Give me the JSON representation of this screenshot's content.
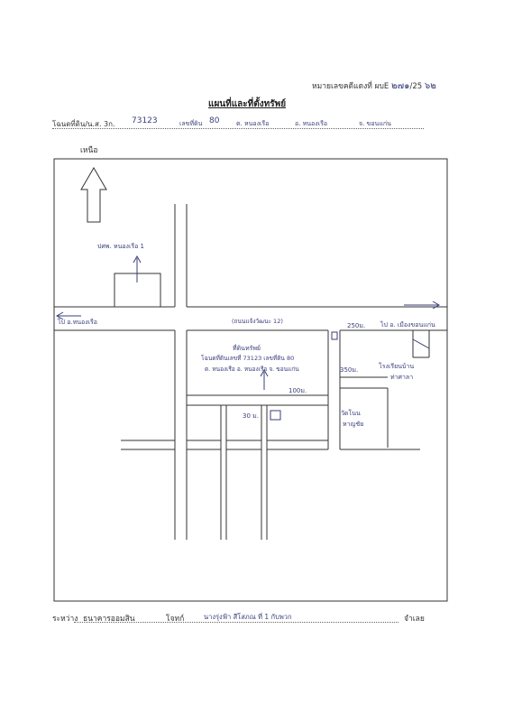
{
  "header": {
    "code_label": "หมายเลขคดีแดงที่ ผบE",
    "code_value": "๒๗๑",
    "year_sep": "/25",
    "year_value": "๖๒"
  },
  "title": "แผนที่และที่ตั้งทรัพย์",
  "deed": {
    "label": "โฉนดที่ดิน/น.ส. 3ก.",
    "number": "73123",
    "parcel_label": "เลขที่ดิน",
    "parcel_value": "80",
    "subdistrict": "ต. หนองเรือ",
    "district": "อ. หนองเรือ",
    "province": "จ. ขอนแก่น"
  },
  "north_label": "เหนือ",
  "map": {
    "police_label": "ปศพ. หนองเรือ 1",
    "left_direction": "ไป อ.หนองเรือ",
    "highway_label": "(ถนนแจ้งวัฒนะ 12)",
    "dist_250": "250ม.",
    "right_direction": "ไป อ. เมืองขอนแก่น",
    "dist_350": "350ม.",
    "school_label": "โรงเรียนบ้าน",
    "school_label_2": "ท่าศาลา",
    "property_title": "ที่ดินทรัพย์",
    "property_line1": "โฉนดที่ดินเลขที่ 73123 เลขที่ดิน 80",
    "property_line2": "ต. หนองเรือ อ. หนองเรือ จ. ขอนแก่น",
    "dist_100": "100ม.",
    "dist_30": "30 ม.",
    "temple_line1": "วัดโนน",
    "temple_line2": "หาญชัย"
  },
  "footer": {
    "between_label": "ระหว่าง",
    "plaintiff": "ธนาคารออมสิน",
    "plaintiff_role": "โจทก์",
    "defendant": "นางรุ่งฟ้า สีโสภณ ที่ 1 กับพวก",
    "defendant_role": "จำเลย"
  }
}
